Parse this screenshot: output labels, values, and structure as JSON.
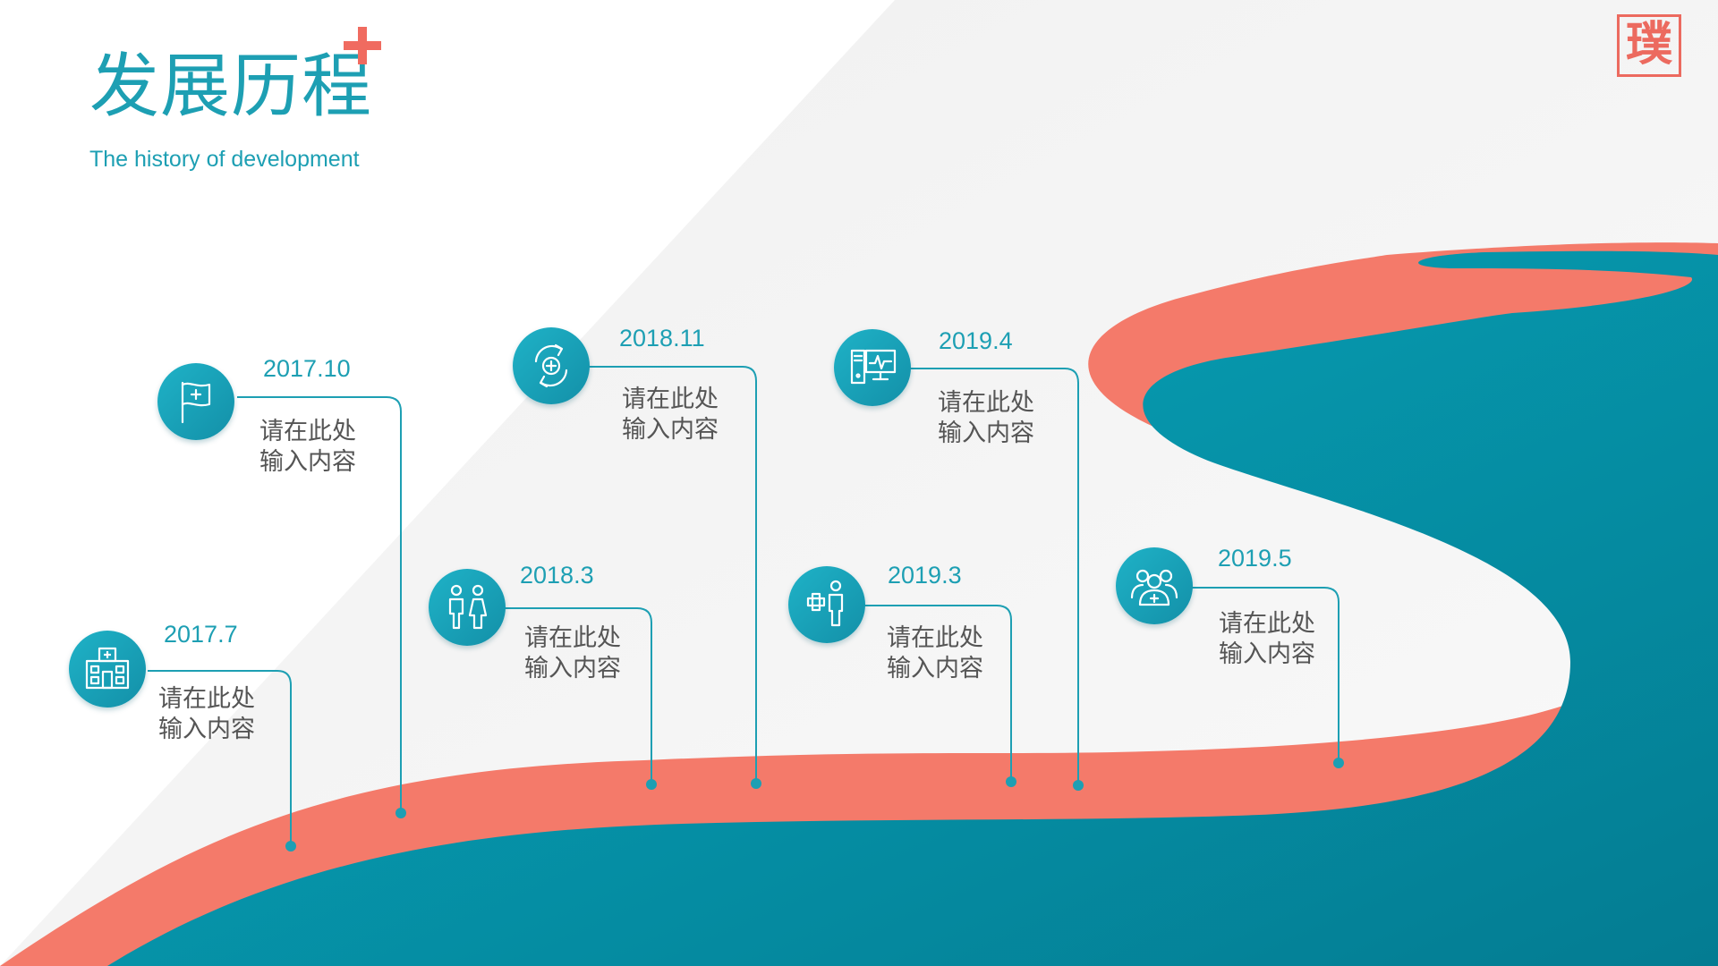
{
  "title": "发展历程",
  "subtitle": "The history of development",
  "seal": "璞",
  "colors": {
    "teal": "#1d9fb3",
    "coral": "#f47a6a",
    "teal_dark": "#007e94"
  },
  "milestones": [
    {
      "date": "2017.7",
      "line1": "请在此处",
      "line2": "输入内容",
      "icon": "hospital-icon"
    },
    {
      "date": "2017.10",
      "line1": "请在此处",
      "line2": "输入内容",
      "icon": "flag-icon"
    },
    {
      "date": "2018.3",
      "line1": "请在此处",
      "line2": "输入内容",
      "icon": "people-icon"
    },
    {
      "date": "2018.11",
      "line1": "请在此处",
      "line2": "输入内容",
      "icon": "cycle-icon"
    },
    {
      "date": "2019.3",
      "line1": "请在此处",
      "line2": "输入内容",
      "icon": "doctor-icon"
    },
    {
      "date": "2019.4",
      "line1": "请在此处",
      "line2": "输入内容",
      "icon": "monitor-icon"
    },
    {
      "date": "2019.5",
      "line1": "请在此处",
      "line2": "输入内容",
      "icon": "medical-team-icon"
    }
  ]
}
